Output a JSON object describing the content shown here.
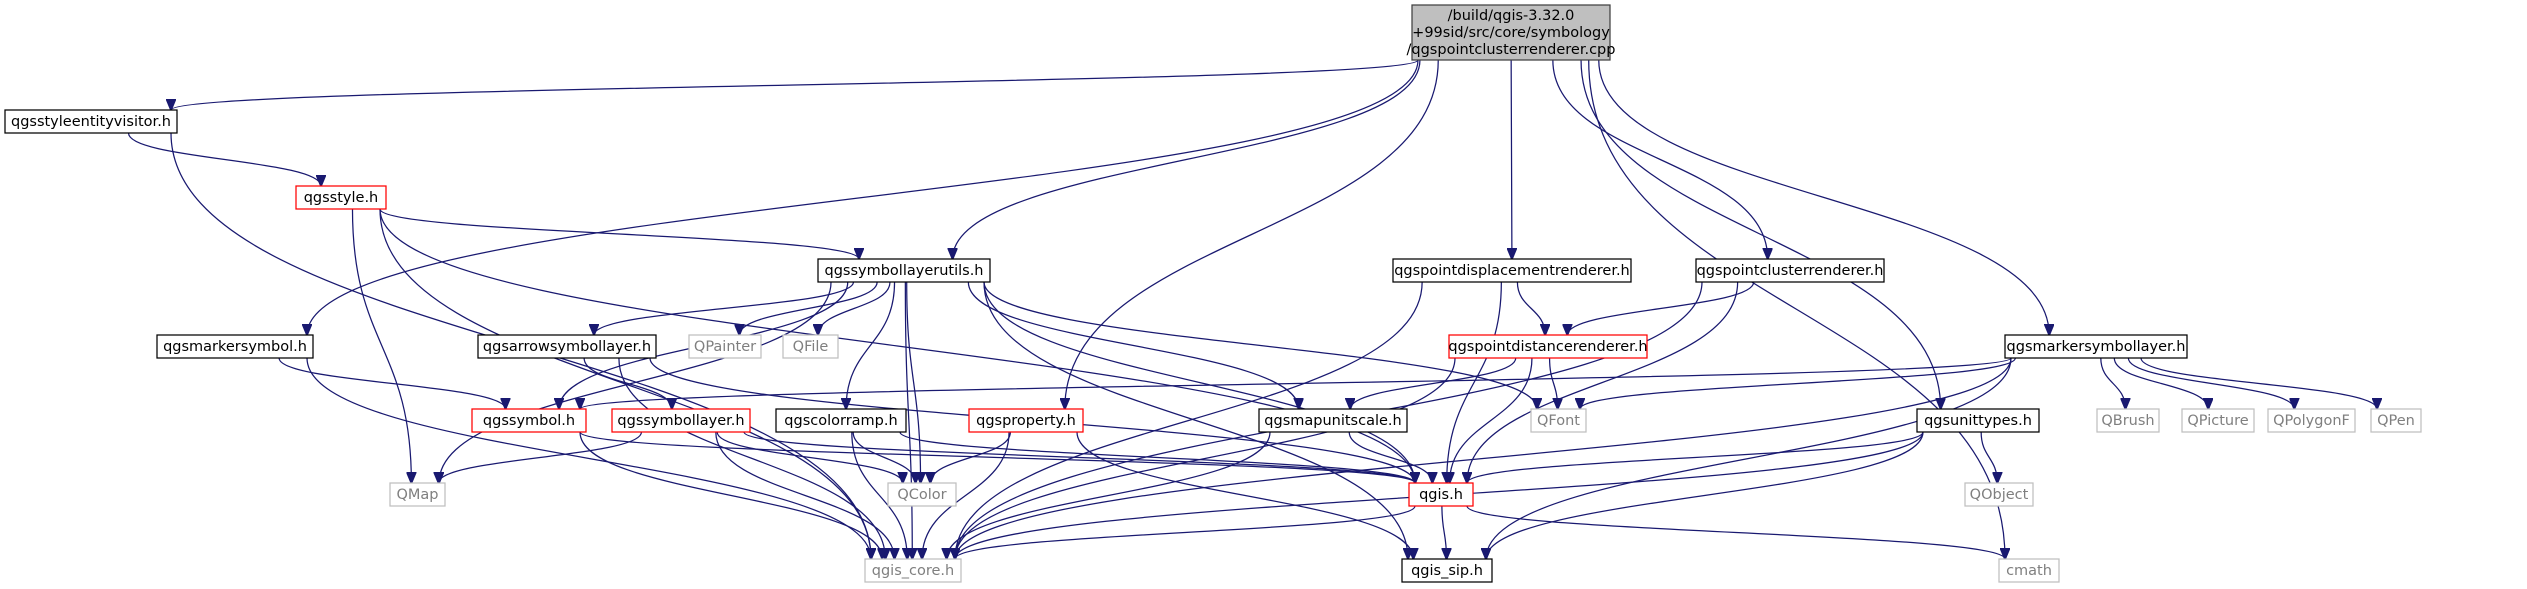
{
  "diagram": {
    "nodes": [
      {
        "id": "root",
        "lines": [
          "/build/qgis-3.32.0",
          "+99sid/src/core/symbology",
          "/qgspointclusterrenderer.cpp"
        ],
        "style": "root"
      },
      {
        "id": "qgsstyleentityvisitor",
        "lines": [
          "qgsstyleentityvisitor.h"
        ],
        "style": "black"
      },
      {
        "id": "qgsstyle",
        "lines": [
          "qgsstyle.h"
        ],
        "style": "red"
      },
      {
        "id": "qgssymbollayerutils",
        "lines": [
          "qgssymbollayerutils.h"
        ],
        "style": "black"
      },
      {
        "id": "qgspointdisplacementrenderer",
        "lines": [
          "qgspointdisplacementrenderer.h"
        ],
        "style": "black"
      },
      {
        "id": "qgspointclusterrenderer",
        "lines": [
          "qgspointclusterrenderer.h"
        ],
        "style": "black"
      },
      {
        "id": "qgsmarkersymbollayer",
        "lines": [
          "qgsmarkersymbollayer.h"
        ],
        "style": "black"
      },
      {
        "id": "qgsmarkersymbol",
        "lines": [
          "qgsmarkersymbol.h"
        ],
        "style": "black"
      },
      {
        "id": "qgsarrowsymbollayer",
        "lines": [
          "qgsarrowsymbollayer.h"
        ],
        "style": "black"
      },
      {
        "id": "QPainter",
        "lines": [
          "QPainter"
        ],
        "style": "gray"
      },
      {
        "id": "QFile",
        "lines": [
          "QFile"
        ],
        "style": "gray"
      },
      {
        "id": "qgspointdistancerenderer",
        "lines": [
          "qgspointdistancerenderer.h"
        ],
        "style": "red"
      },
      {
        "id": "qgssymbol",
        "lines": [
          "qgssymbol.h"
        ],
        "style": "red"
      },
      {
        "id": "qgssymbollayer",
        "lines": [
          "qgssymbollayer.h"
        ],
        "style": "red"
      },
      {
        "id": "qgscolorramp",
        "lines": [
          "qgscolorramp.h"
        ],
        "style": "black"
      },
      {
        "id": "qgsproperty",
        "lines": [
          "qgsproperty.h"
        ],
        "style": "red"
      },
      {
        "id": "qgsmapunitscale",
        "lines": [
          "qgsmapunitscale.h"
        ],
        "style": "black"
      },
      {
        "id": "QFont",
        "lines": [
          "QFont"
        ],
        "style": "gray"
      },
      {
        "id": "qgsunittypes",
        "lines": [
          "qgsunittypes.h"
        ],
        "style": "black"
      },
      {
        "id": "QBrush",
        "lines": [
          "QBrush"
        ],
        "style": "gray"
      },
      {
        "id": "QPicture",
        "lines": [
          "QPicture"
        ],
        "style": "gray"
      },
      {
        "id": "QPolygonF",
        "lines": [
          "QPolygonF"
        ],
        "style": "gray"
      },
      {
        "id": "QPen",
        "lines": [
          "QPen"
        ],
        "style": "gray"
      },
      {
        "id": "QMap",
        "lines": [
          "QMap"
        ],
        "style": "gray"
      },
      {
        "id": "QColor",
        "lines": [
          "QColor"
        ],
        "style": "gray"
      },
      {
        "id": "qgis",
        "lines": [
          "qgis.h"
        ],
        "style": "red"
      },
      {
        "id": "QObject",
        "lines": [
          "QObject"
        ],
        "style": "gray"
      },
      {
        "id": "qgis_core",
        "lines": [
          "qgis_core.h"
        ],
        "style": "gray"
      },
      {
        "id": "qgis_sip",
        "lines": [
          "qgis_sip.h"
        ],
        "style": "black"
      },
      {
        "id": "cmath",
        "lines": [
          "cmath"
        ],
        "style": "gray"
      }
    ],
    "edges": [
      [
        "root",
        "qgsstyleentityvisitor"
      ],
      [
        "root",
        "qgsmarkersymbol"
      ],
      [
        "root",
        "qgssymbollayerutils"
      ],
      [
        "root",
        "qgsproperty"
      ],
      [
        "root",
        "qgspointdisplacementrenderer"
      ],
      [
        "root",
        "qgspointclusterrenderer"
      ],
      [
        "root",
        "qgsunittypes"
      ],
      [
        "root",
        "qgsmarkersymbollayer"
      ],
      [
        "root",
        "cmath"
      ],
      [
        "qgsstyleentityvisitor",
        "qgsstyle"
      ],
      [
        "qgsstyleentityvisitor",
        "qgis_core"
      ],
      [
        "qgsstyle",
        "qgssymbollayerutils"
      ],
      [
        "qgsstyle",
        "QMap"
      ],
      [
        "qgsstyle",
        "qgis_core"
      ],
      [
        "qgsstyle",
        "qgis"
      ],
      [
        "qgssymbollayerutils",
        "qgsarrowsymbollayer"
      ],
      [
        "qgssymbollayerutils",
        "QPainter"
      ],
      [
        "qgssymbollayerutils",
        "QFile"
      ],
      [
        "qgssymbollayerutils",
        "qgssymbol"
      ],
      [
        "qgssymbollayerutils",
        "qgscolorramp"
      ],
      [
        "qgssymbollayerutils",
        "QColor"
      ],
      [
        "qgssymbollayerutils",
        "qgsmapunitscale"
      ],
      [
        "qgssymbollayerutils",
        "QFont"
      ],
      [
        "qgssymbollayerutils",
        "qgis"
      ],
      [
        "qgssymbollayerutils",
        "qgis_sip"
      ],
      [
        "qgssymbollayerutils",
        "QMap"
      ],
      [
        "qgssymbollayerutils",
        "qgis_core"
      ],
      [
        "qgsmarkersymbol",
        "qgssymbol"
      ],
      [
        "qgsmarkersymbol",
        "qgis_core"
      ],
      [
        "qgsarrowsymbollayer",
        "qgssymbollayer"
      ],
      [
        "qgsarrowsymbollayer",
        "qgis_core"
      ],
      [
        "qgsarrowsymbollayer",
        "qgis"
      ],
      [
        "qgspointdisplacementrenderer",
        "qgspointdistancerenderer"
      ],
      [
        "qgspointdisplacementrenderer",
        "qgis_core"
      ],
      [
        "qgspointdisplacementrenderer",
        "qgis"
      ],
      [
        "qgspointclusterrenderer",
        "qgspointdistancerenderer"
      ],
      [
        "qgspointclusterrenderer",
        "qgis_core"
      ],
      [
        "qgspointclusterrenderer",
        "qgis"
      ],
      [
        "qgspointdistancerenderer",
        "qgsmapunitscale"
      ],
      [
        "qgspointdistancerenderer",
        "QFont"
      ],
      [
        "qgspointdistancerenderer",
        "qgis"
      ],
      [
        "qgspointdistancerenderer",
        "qgis_core"
      ],
      [
        "qgsmarkersymbollayer",
        "qgssymbol"
      ],
      [
        "qgsmarkersymbollayer",
        "QFont"
      ],
      [
        "qgsmarkersymbollayer",
        "QBrush"
      ],
      [
        "qgsmarkersymbollayer",
        "QPicture"
      ],
      [
        "qgsmarkersymbollayer",
        "QPolygonF"
      ],
      [
        "qgsmarkersymbollayer",
        "QPen"
      ],
      [
        "qgsmarkersymbollayer",
        "qgis_core"
      ],
      [
        "qgsmarkersymbollayer",
        "qgis_sip"
      ],
      [
        "qgssymbol",
        "qgis"
      ],
      [
        "qgssymbol",
        "qgis_core"
      ],
      [
        "qgssymbollayer",
        "QMap"
      ],
      [
        "qgssymbollayer",
        "QColor"
      ],
      [
        "qgssymbollayer",
        "qgis"
      ],
      [
        "qgssymbollayer",
        "qgis_core"
      ],
      [
        "qgscolorramp",
        "QColor"
      ],
      [
        "qgscolorramp",
        "qgis"
      ],
      [
        "qgscolorramp",
        "qgis_core"
      ],
      [
        "qgsproperty",
        "QColor"
      ],
      [
        "qgsproperty",
        "qgis_core"
      ],
      [
        "qgsproperty",
        "qgis_sip"
      ],
      [
        "qgsmapunitscale",
        "qgis"
      ],
      [
        "qgsmapunitscale",
        "qgis_core"
      ],
      [
        "qgsunittypes",
        "QObject"
      ],
      [
        "qgsunittypes",
        "qgis"
      ],
      [
        "qgsunittypes",
        "qgis_core"
      ],
      [
        "qgsunittypes",
        "qgis_sip"
      ],
      [
        "qgis",
        "qgis_core"
      ],
      [
        "qgis",
        "qgis_sip"
      ],
      [
        "qgis",
        "cmath"
      ]
    ]
  },
  "colors": {
    "edge": "#191970",
    "root_fill": "#bfbfbf",
    "root_border": "#404040",
    "black_border": "#000000",
    "red_border": "#ff0000",
    "gray_border": "#bfbfbf",
    "gray_text": "#7f7f7f"
  }
}
